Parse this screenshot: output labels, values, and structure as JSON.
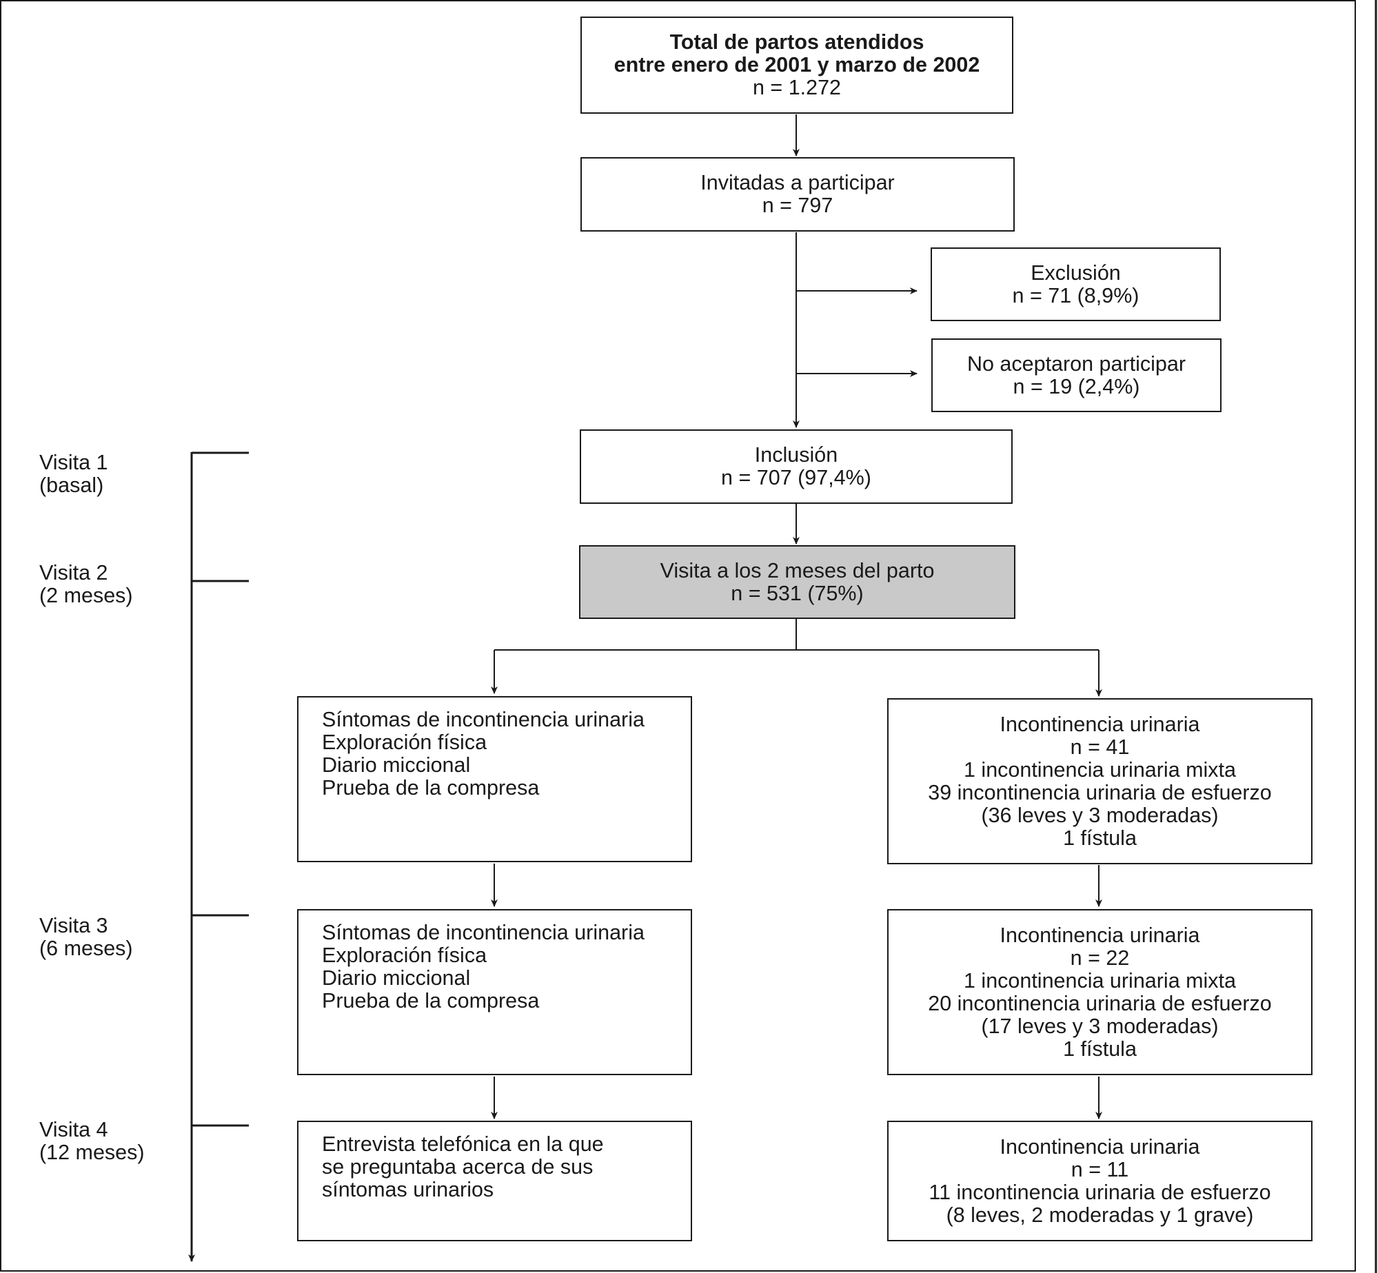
{
  "top": {
    "title_line1": "Total de partos atendidos",
    "title_line2": "entre enero de 2001 y marzo de 2002",
    "count": "n = 1.272"
  },
  "invited": {
    "label": "Invitadas a participar",
    "count": "n = 797"
  },
  "exclusion": {
    "label": "Exclusión",
    "count": "n = 71 (8,9%)"
  },
  "declined": {
    "label": "No aceptaron participar",
    "count": "n = 19 (2,4%)"
  },
  "inclusion": {
    "label": "Inclusión",
    "count": "n = 707 (97,4%)"
  },
  "visit2_box": {
    "label": "Visita a los 2 meses del parto",
    "count": "n = 531 (75%)",
    "fill": "#c9c9c9"
  },
  "evaluation_2m": {
    "lines": [
      "Síntomas de incontinencia urinaria",
      "Exploración física",
      "Diario miccional",
      "Prueba de la compresa"
    ]
  },
  "result_2m": {
    "lines": [
      "Incontinencia urinaria",
      "n = 41",
      "1 incontinencia urinaria mixta",
      "39 incontinencia urinaria de esfuerzo",
      "(36 leves y 3 moderadas)",
      "1 fístula"
    ]
  },
  "evaluation_6m": {
    "lines": [
      "Síntomas de incontinencia urinaria",
      "Exploración física",
      "Diario miccional",
      "Prueba de la compresa"
    ]
  },
  "result_6m": {
    "lines": [
      "Incontinencia urinaria",
      "n = 22",
      "1 incontinencia urinaria mixta",
      "20 incontinencia urinaria de esfuerzo",
      "(17 leves y 3 moderadas)",
      "1 fístula"
    ]
  },
  "evaluation_12m": {
    "lines": [
      "Entrevista telefónica en la que",
      "se preguntaba acerca de sus",
      "síntomas urinarios"
    ]
  },
  "result_12m": {
    "lines": [
      "Incontinencia urinaria",
      "n = 11",
      "11 incontinencia urinaria de esfuerzo",
      "(8 leves, 2 moderadas y 1 grave)"
    ]
  },
  "timeline": [
    {
      "visit": "Visita 1",
      "period": "(basal)"
    },
    {
      "visit": "Visita 2",
      "period": "(2 meses)"
    },
    {
      "visit": "Visita 3",
      "period": "(6 meses)"
    },
    {
      "visit": "Visita 4",
      "period": "(12 meses)"
    }
  ]
}
